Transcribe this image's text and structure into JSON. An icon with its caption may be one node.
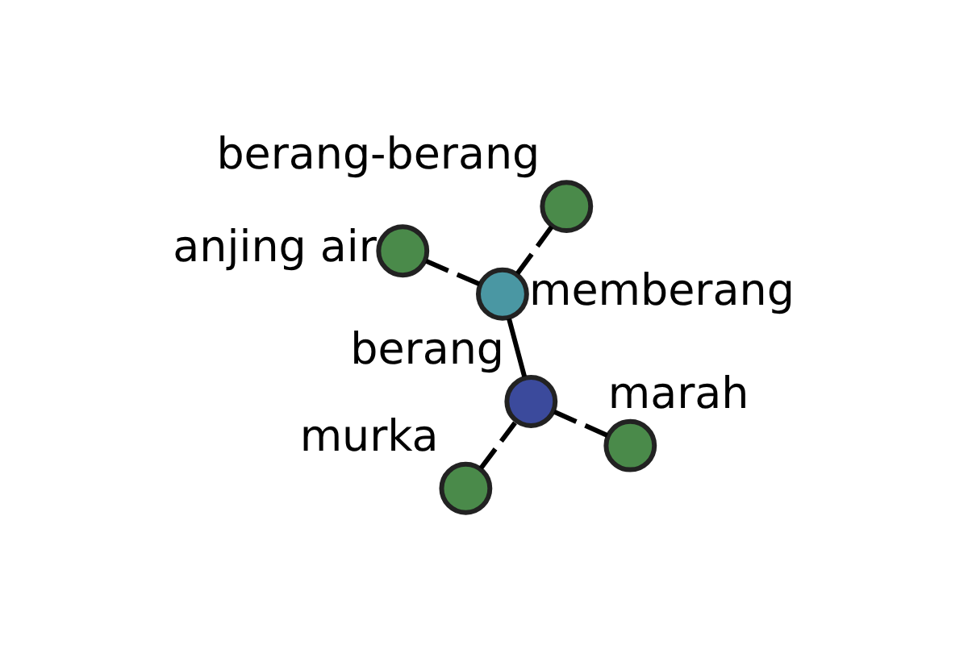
{
  "diagram": {
    "nodes": [
      {
        "text": [
          "murka"
        ]
      },
      {
        "text": [
          "marah"
        ]
      },
      {
        "text": [
          "berang"
        ]
      },
      {
        "text": [
          "berang-berang"
        ]
      },
      {
        "text": [
          "memberang"
        ]
      },
      {
        "text": [
          "anjing air"
        ]
      }
    ],
    "edges": [
      {
        "from": 0,
        "to": 2,
        "arrow": "none",
        "style": "dashed"
      },
      {
        "from": 1,
        "to": 2,
        "arrow": "none",
        "style": "dashed"
      },
      {
        "from": 2,
        "to": 4,
        "arrow": "none"
      },
      {
        "from": 3,
        "to": 4,
        "arrow": "none",
        "style": "dashed"
      },
      {
        "from": 4,
        "to": 5,
        "arrow": "none",
        "style": "dashed"
      }
    ]
  }
}
